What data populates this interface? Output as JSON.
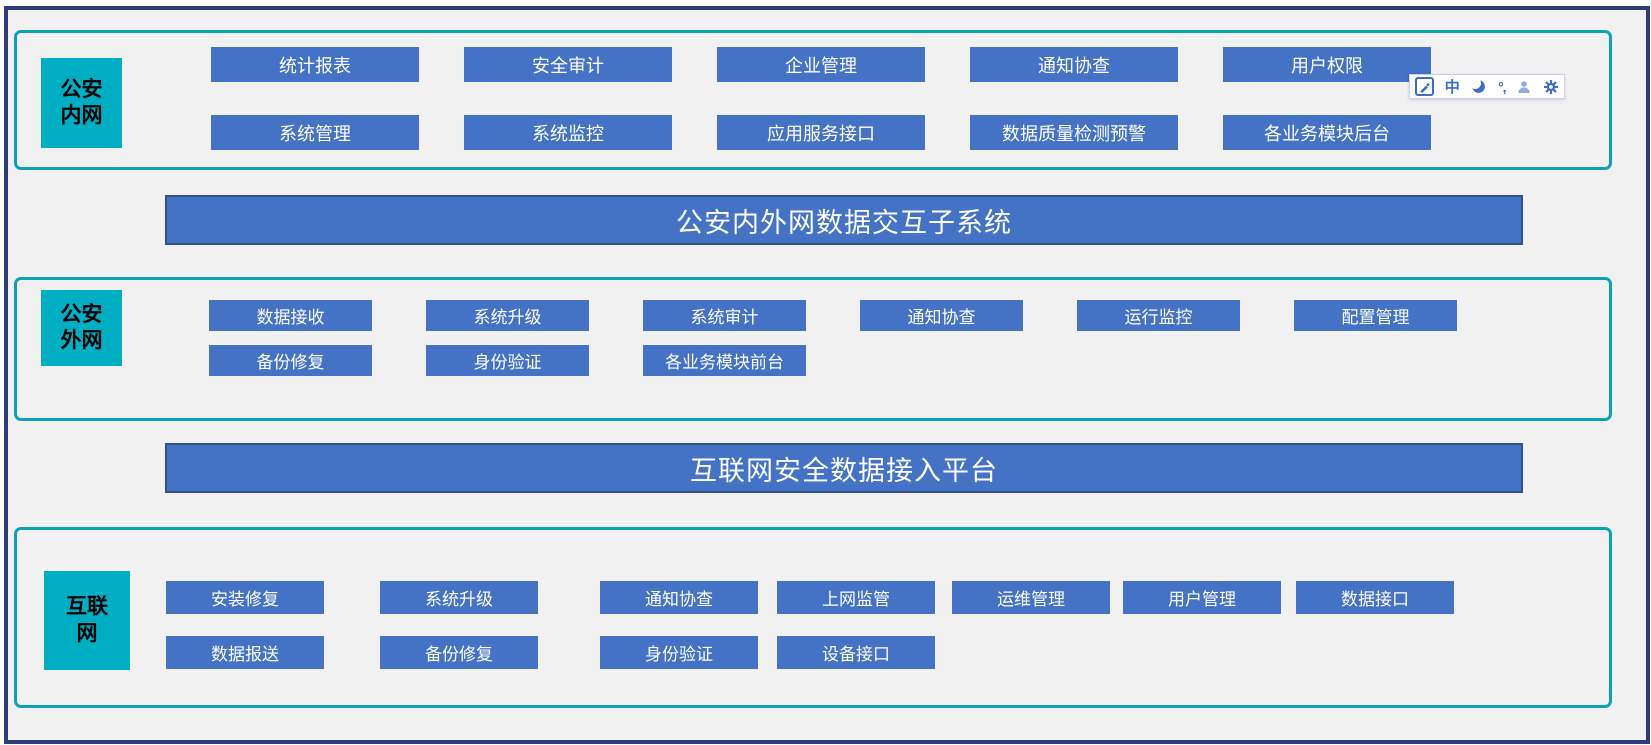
{
  "colors": {
    "frame_border": "#2E3C78",
    "background": "#F1F1F1",
    "section_border_teal": "#0BA3B4",
    "section_label_teal": "#00AEC3",
    "module_blue": "#4472C4",
    "banner_border_blue": "#2F528F",
    "button_text": "#FFFFFF",
    "ime_icon_blue": "#3B6CC8",
    "ime_person_blue": "#93ACDC"
  },
  "sections": [
    {
      "label": "公安\n内网",
      "rows": [
        [
          "统计报表",
          "安全审计",
          "企业管理",
          "通知协查",
          "用户权限"
        ],
        [
          "系统管理",
          "系统监控",
          "应用服务接口",
          "数据质量检测预警",
          "各业务模块后台"
        ]
      ]
    },
    {
      "label": "公安\n外网",
      "rows": [
        [
          "数据接收",
          "系统升级",
          "系统审计",
          "通知协查",
          "运行监控",
          "配置管理"
        ],
        [
          "备份修复",
          "身份验证",
          "各业务模块前台"
        ]
      ]
    },
    {
      "label": "互联\n网",
      "rows": [
        [
          "安装修复",
          "系统升级",
          "通知协查",
          "上网监管",
          "运维管理",
          "用户管理",
          "数据接口"
        ],
        [
          "数据报送",
          "备份修复",
          "身份验证",
          "设备接口"
        ]
      ]
    }
  ],
  "banners": [
    {
      "text": "公安内外网数据交互子系统"
    },
    {
      "text": "互联网安全数据接入平台"
    }
  ],
  "ime_toolbar": {
    "chinese_mode_label": "中",
    "punctuation_label": "°,"
  }
}
